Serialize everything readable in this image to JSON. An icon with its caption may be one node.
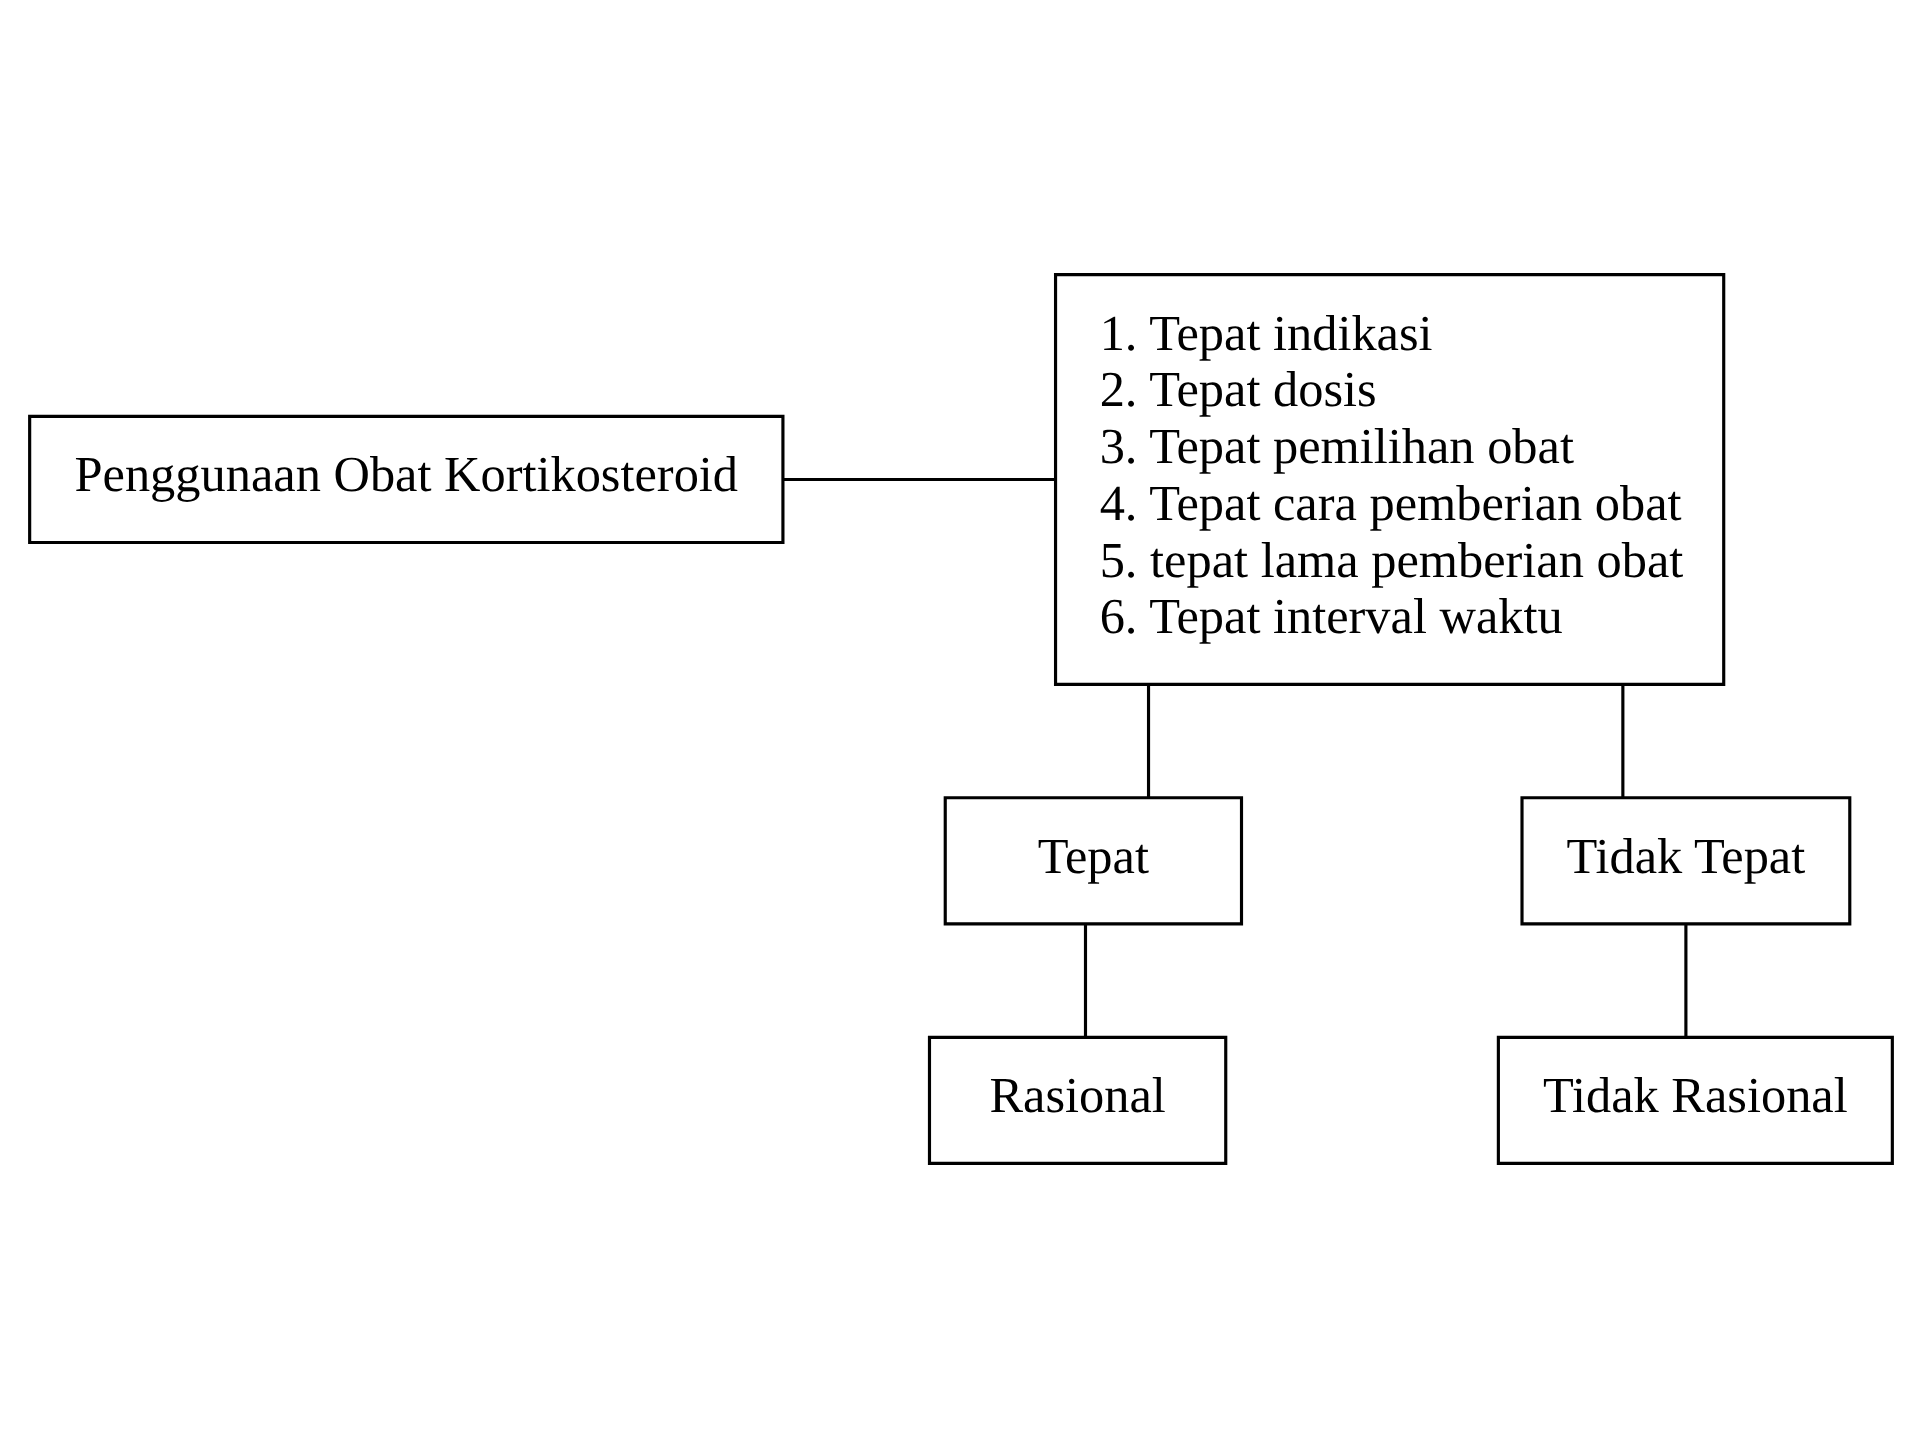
{
  "diagram": {
    "nodes": [
      {
        "text": [
          "Penggunaan Obat Kortikosteroid"
        ]
      },
      {
        "text": [
          "1. Tepat indikasi",
          "2. Tepat dosis",
          "3. Tepat pemilihan obat",
          "4. Tepat cara pemberian obat",
          "5. tepat lama pemberian obat",
          "6. Tepat interval waktu"
        ]
      },
      {
        "text": [
          "Tepat"
        ]
      },
      {
        "text": [
          "Tidak Tepat"
        ]
      },
      {
        "text": [
          "Rasional"
        ]
      },
      {
        "text": [
          "Tidak Rasional"
        ]
      }
    ],
    "edges": [
      {
        "from": 0,
        "to": 1,
        "arrow": "none"
      },
      {
        "from": 1,
        "to": 2,
        "arrow": "none"
      },
      {
        "from": 1,
        "to": 3,
        "arrow": "none"
      },
      {
        "from": 2,
        "to": 4,
        "arrow": "none"
      },
      {
        "from": 3,
        "to": 5,
        "arrow": "none"
      }
    ]
  }
}
